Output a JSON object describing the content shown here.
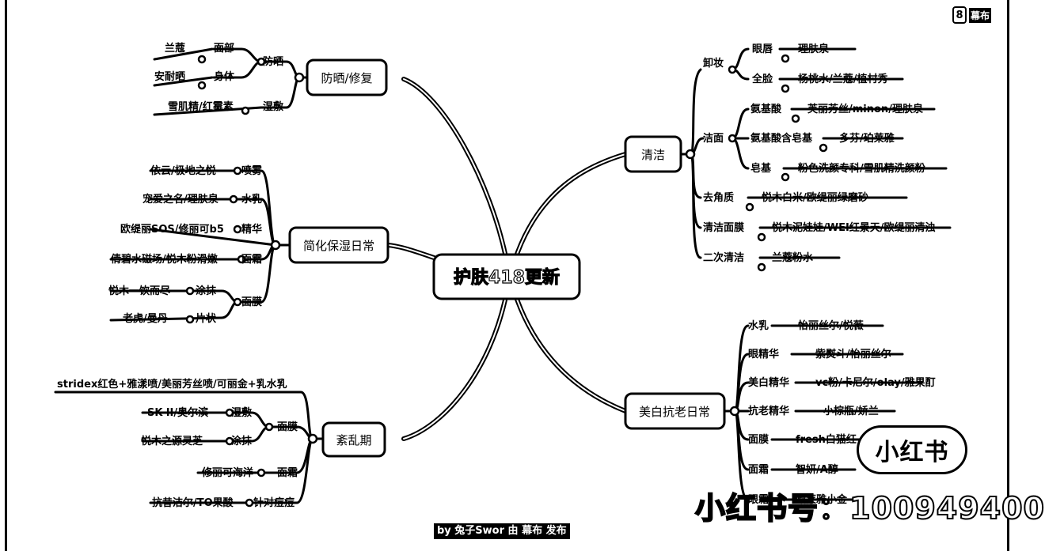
{
  "brand": {
    "icon_glyph": "8",
    "name": "幕布"
  },
  "center": "护肤418更新",
  "topics": {
    "fangshai": {
      "label": "防晒/修复",
      "groups": {
        "fangshai": {
          "label": "防晒",
          "leaves": [
            {
              "cat": "面部",
              "prod": "兰蔻"
            },
            {
              "cat": "身体",
              "prod": "安耐晒"
            }
          ]
        },
        "shifu": {
          "label": "湿敷",
          "prod": "雪肌精/红霉素"
        }
      }
    },
    "baoshi": {
      "label": "简化保湿日常",
      "items": [
        {
          "cat": "喷雾",
          "prod": "依云/极地之悦"
        },
        {
          "cat": "水乳",
          "prod": "宠爱之名/理肤泉"
        },
        {
          "cat": "精华",
          "prod": "欧缇丽SOS/修丽可b5"
        },
        {
          "cat": "面霜",
          "prod": "倩碧水磁场/悦木粉滑嫩"
        }
      ],
      "mask": {
        "label": "面膜",
        "subs": [
          {
            "cat": "涂抹",
            "prod": "悦木一饮而尽"
          },
          {
            "cat": "片状",
            "prod": "老虎/曼丹"
          }
        ]
      }
    },
    "wenluan": {
      "label": "紊乱期",
      "top": "stridex红色+雅漾喷/美丽芳丝喷/可丽金+乳水乳",
      "mask": {
        "label": "面膜",
        "subs": [
          {
            "cat": "湿敷",
            "prod": "SK-II/奥尔滨"
          },
          {
            "cat": "涂抹",
            "prod": "悦木之源灵芝"
          }
        ]
      },
      "cream": {
        "label": "面霜",
        "prod": "修丽可海洋"
      },
      "acne": {
        "label": "针对痘痘",
        "prod": "抗昔洁尔/TO果酸"
      }
    },
    "qingjie": {
      "label": "清洁",
      "xiezhuang": {
        "label": "卸妆",
        "subs": [
          {
            "cat": "眼唇",
            "prod": "理肤泉"
          },
          {
            "cat": "全脸",
            "prod": "杨桃水/兰蔻/植村秀"
          }
        ]
      },
      "jiemian": {
        "label": "洁面",
        "subs": [
          {
            "cat": "氨基酸",
            "prod": "芙丽芳丝/minon/理肤泉"
          },
          {
            "cat": "氨基酸含皂基",
            "prod": "多芬/珀莱雅"
          },
          {
            "cat": "皂基",
            "prod": "粉色洗颜专科/雪肌精洗颜粉"
          }
        ]
      },
      "others": [
        {
          "cat": "去角质",
          "prod": "悦木白米/欧缇丽绿磨砂"
        },
        {
          "cat": "清洁面膜",
          "prod": "悦木泥娃娃/WEI红景天/欧缇丽清浊"
        },
        {
          "cat": "二次清洁",
          "prod": "兰蔻粉水"
        }
      ]
    },
    "meibai": {
      "label": "美白抗老日常",
      "items": [
        {
          "cat": "水乳",
          "prod": "怡丽丝尔/悦薇"
        },
        {
          "cat": "眼精华",
          "prod": "紫熨斗/怡丽丝尔"
        },
        {
          "cat": "美白精华",
          "prod": "vc粉/卡尼尔/olay/雅果酊"
        },
        {
          "cat": "抗老精华",
          "prod": "小棕瓶/娇兰"
        },
        {
          "cat": "面膜",
          "prod": "fresh白猫红"
        },
        {
          "cat": "面霜",
          "prod": "智妍/A醇"
        },
        {
          "cat": "眼霜",
          "prod": "欧莱雅小金"
        }
      ]
    }
  },
  "footer": "by 兔子Swor 由 幕布 发布",
  "watermark": {
    "badge": "小红书",
    "id": "小红书号：100949400"
  }
}
